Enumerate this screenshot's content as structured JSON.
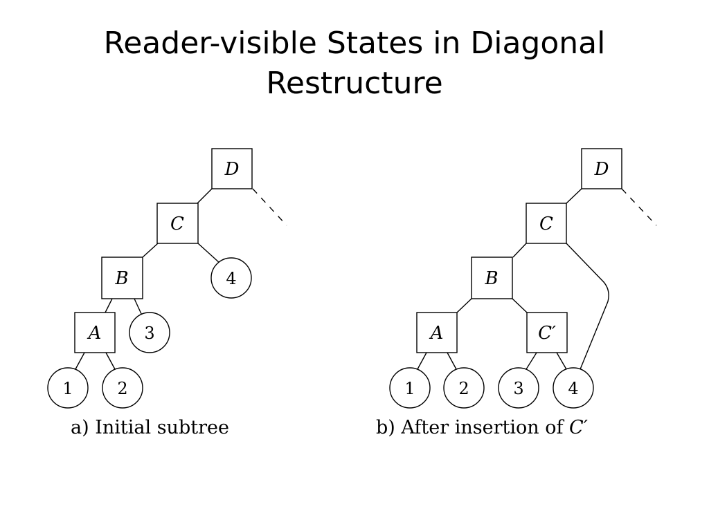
{
  "title": {
    "line1": "Reader-visible States in Diagonal",
    "line2": "Restructure"
  },
  "panel_a": {
    "nodes": {
      "D": "D",
      "C": "C",
      "B": "B",
      "A": "A"
    },
    "leaves": {
      "l1": "1",
      "l2": "2",
      "l3": "3",
      "l4": "4"
    },
    "caption": "a) Initial subtree"
  },
  "panel_b": {
    "nodes": {
      "D": "D",
      "C": "C",
      "B": "B",
      "A": "A",
      "Cp": "C′"
    },
    "leaves": {
      "l1": "1",
      "l2": "2",
      "l3": "3",
      "l4": "4"
    },
    "caption_prefix": "b) After insertion of ",
    "caption_node": "C′"
  }
}
